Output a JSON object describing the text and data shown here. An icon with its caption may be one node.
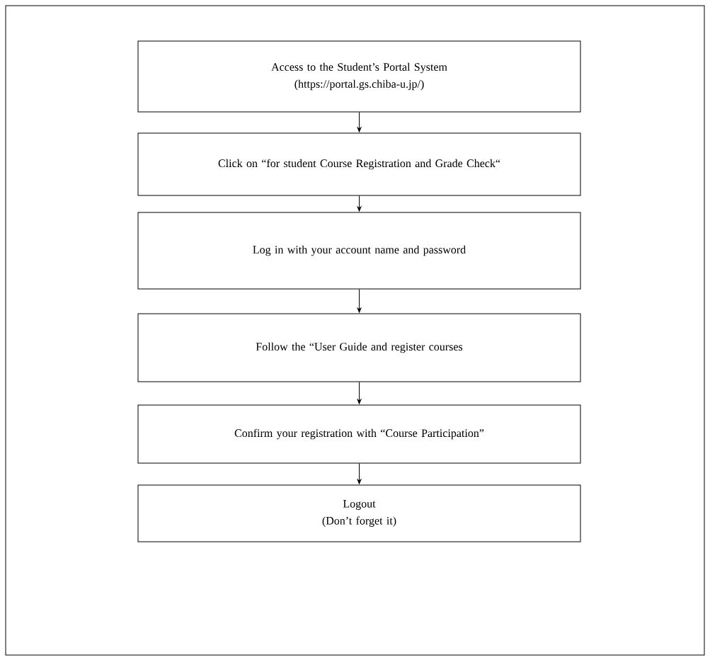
{
  "diagram": {
    "nodes": [
      {
        "text": [
          "Access to the Student’s Portal System",
          "(https://portal.gs.chiba-u.jp/)"
        ]
      },
      {
        "text": [
          "Click on “for student Course Registration and Grade Check“"
        ]
      },
      {
        "text": [
          "Log in with your account name and password"
        ]
      },
      {
        "text": [
          "Follow the “User Guide and register courses"
        ]
      },
      {
        "text": [
          "Confirm your registration with “Course Participation”"
        ]
      },
      {
        "text": [
          "Logout",
          "(Don’t forget it)"
        ]
      }
    ],
    "edges": [
      {
        "from": 0,
        "to": 1,
        "arrow": "to"
      },
      {
        "from": 1,
        "to": 2,
        "arrow": "to"
      },
      {
        "from": 2,
        "to": 3,
        "arrow": "to"
      },
      {
        "from": 3,
        "to": 4,
        "arrow": "to"
      },
      {
        "from": 4,
        "to": 5,
        "arrow": "to"
      }
    ]
  }
}
